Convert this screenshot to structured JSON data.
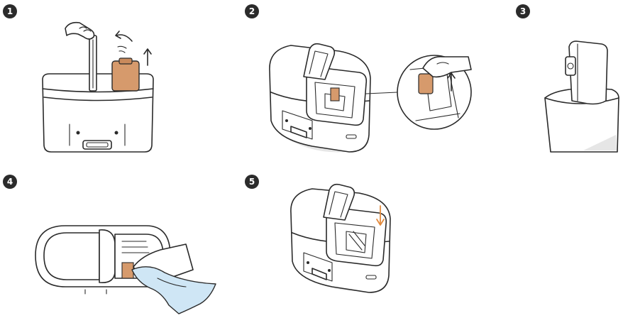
{
  "steps": [
    {
      "label": "1",
      "action": "lift-lid-remove-bag"
    },
    {
      "label": "2",
      "action": "pull-bag-tab-up"
    },
    {
      "label": "3",
      "action": "dispose-bag"
    },
    {
      "label": "4",
      "action": "wipe-bag-slot"
    },
    {
      "label": "5",
      "action": "insert-new-bag"
    }
  ],
  "colors": {
    "line": "#2a2a2a",
    "bag_orange": "#d69a6c",
    "cloth_blue": "#cfe6f5",
    "shadow_grey": "#e6e6e6",
    "badge": "#2b2b2b",
    "arrow_orange": "#e38a3c"
  }
}
